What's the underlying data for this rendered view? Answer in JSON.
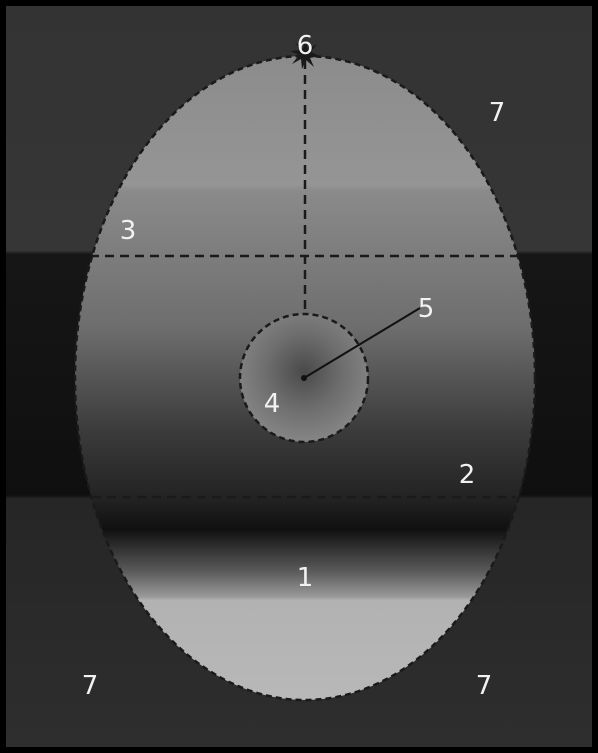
{
  "colors": {
    "frame": "#000000",
    "background_top": "#353535",
    "background_band": "#141414",
    "outline": "#1a1a1a",
    "label": "#f2f2f2"
  },
  "labels": {
    "region_1": "1",
    "region_2": "2",
    "region_3": "3",
    "region_4": "4",
    "radius_5": "5",
    "apex_6": "6",
    "outside_7_top_right": "7",
    "outside_7_bottom_left": "7",
    "outside_7_bottom_right": "7"
  },
  "icons": {
    "apex_marker": "star-burst-icon"
  }
}
